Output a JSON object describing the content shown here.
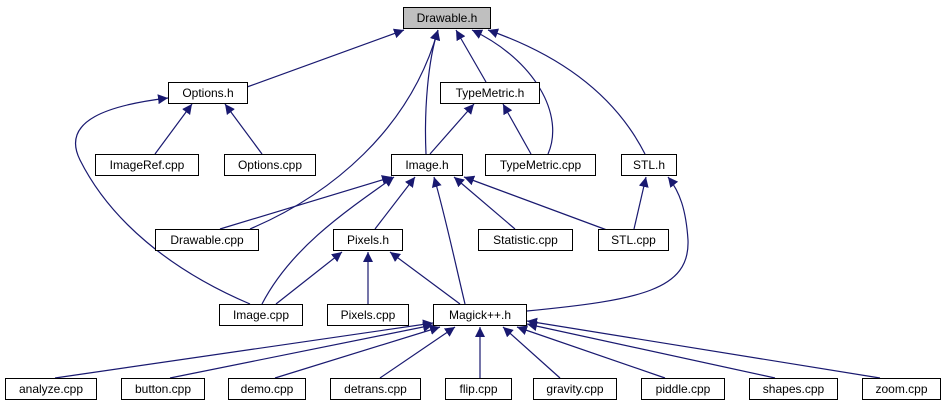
{
  "graph": {
    "edge_color": "#191970",
    "root_fill": "#bfbfbf",
    "nodes": {
      "drawable_h": "Drawable.h",
      "options_h": "Options.h",
      "typemetric_h": "TypeMetric.h",
      "imageref_cpp": "ImageRef.cpp",
      "options_cpp": "Options.cpp",
      "image_h": "Image.h",
      "typemetric_cpp": "TypeMetric.cpp",
      "stl_h": "STL.h",
      "drawable_cpp": "Drawable.cpp",
      "pixels_h": "Pixels.h",
      "statistic_cpp": "Statistic.cpp",
      "stl_cpp": "STL.cpp",
      "image_cpp": "Image.cpp",
      "pixels_cpp": "Pixels.cpp",
      "magickpp_h": "Magick++.h",
      "analyze_cpp": "analyze.cpp",
      "button_cpp": "button.cpp",
      "demo_cpp": "demo.cpp",
      "detrans_cpp": "detrans.cpp",
      "flip_cpp": "flip.cpp",
      "gravity_cpp": "gravity.cpp",
      "piddle_cpp": "piddle.cpp",
      "shapes_cpp": "shapes.cpp",
      "zoom_cpp": "zoom.cpp"
    }
  }
}
